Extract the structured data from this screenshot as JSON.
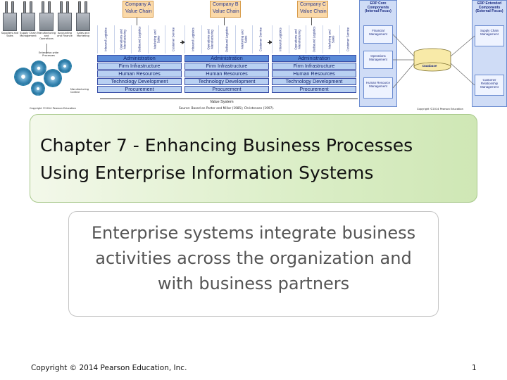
{
  "slide": {
    "title_line1": "Chapter 7 - Enhancing Business Processes",
    "title_line2": "Using Enterprise Information Systems",
    "subtitle_line1": "Enterprise systems integrate business",
    "subtitle_line2": "activities across the organization and",
    "subtitle_line3": "with business partners",
    "copyright": "Copyright © 2014 Pearson Education, Inc.",
    "page_number": "1"
  },
  "header_image": {
    "left_illustration": {
      "factory_labels": [
        "Suppliers and Sales",
        "Supply Chain Management",
        "Manufacturing and Operations",
        "Accounting and Finance",
        "Sales and Marketing"
      ],
      "gear_caption_1": "Enterprise-wide Processes",
      "gear_caption_2": "Manufacturing Control",
      "copyright_small": "Copyright ©2014 Pearson Education"
    },
    "value_chains": [
      {
        "company": "Company A",
        "subtitle": "Value Chain",
        "primary": [
          "Inbound Logistics",
          "Operations and Manufacturing",
          "Outbound Logistics",
          "Marketing and Sales",
          "Customer Service"
        ],
        "support": [
          "Administration",
          "Firm Infrastructure",
          "Human Resources",
          "Technology Development",
          "Procurement"
        ]
      },
      {
        "company": "Company B",
        "subtitle": "Value Chain",
        "primary": [
          "Inbound Logistics",
          "Operations and Manufacturing",
          "Outbound Logistics",
          "Marketing and Sales",
          "Customer Service"
        ],
        "support": [
          "Administration",
          "Firm Infrastructure",
          "Human Resources",
          "Technology Development",
          "Procurement"
        ]
      },
      {
        "company": "Company C",
        "subtitle": "Value Chain",
        "primary": [
          "Inbound Logistics",
          "Operations and Manufacturing",
          "Outbound Logistics",
          "Marketing and Sales",
          "Customer Service"
        ],
        "support": [
          "Administration",
          "Firm Infrastructure",
          "Human Resources",
          "Technology Development",
          "Procurement"
        ]
      }
    ],
    "value_system_label": "Value System",
    "value_system_source": "Source: Based on Porter and Millar (1985); Christensen (1997).",
    "erp": {
      "core_header": "ERP Core Components (Internal Focus)",
      "extended_header": "ERP Extended Components (External Focus)",
      "core_items": [
        "Financial Management",
        "Operations Management",
        "Human Resource Management"
      ],
      "database_label": "Database",
      "extended_items": [
        "Supply Chain Management",
        "Customer Relationship Management"
      ],
      "copyright_small": "Copyright ©2014 Pearson Education"
    }
  },
  "colors": {
    "title_box_fill": "#d9edc4",
    "title_box_border": "#a7c88a",
    "subtitle_text": "#555555",
    "support_row_fill": "#b8d0f2",
    "admin_row_fill": "#5b8bd8",
    "company_header_fill": "#fbd9a8"
  }
}
